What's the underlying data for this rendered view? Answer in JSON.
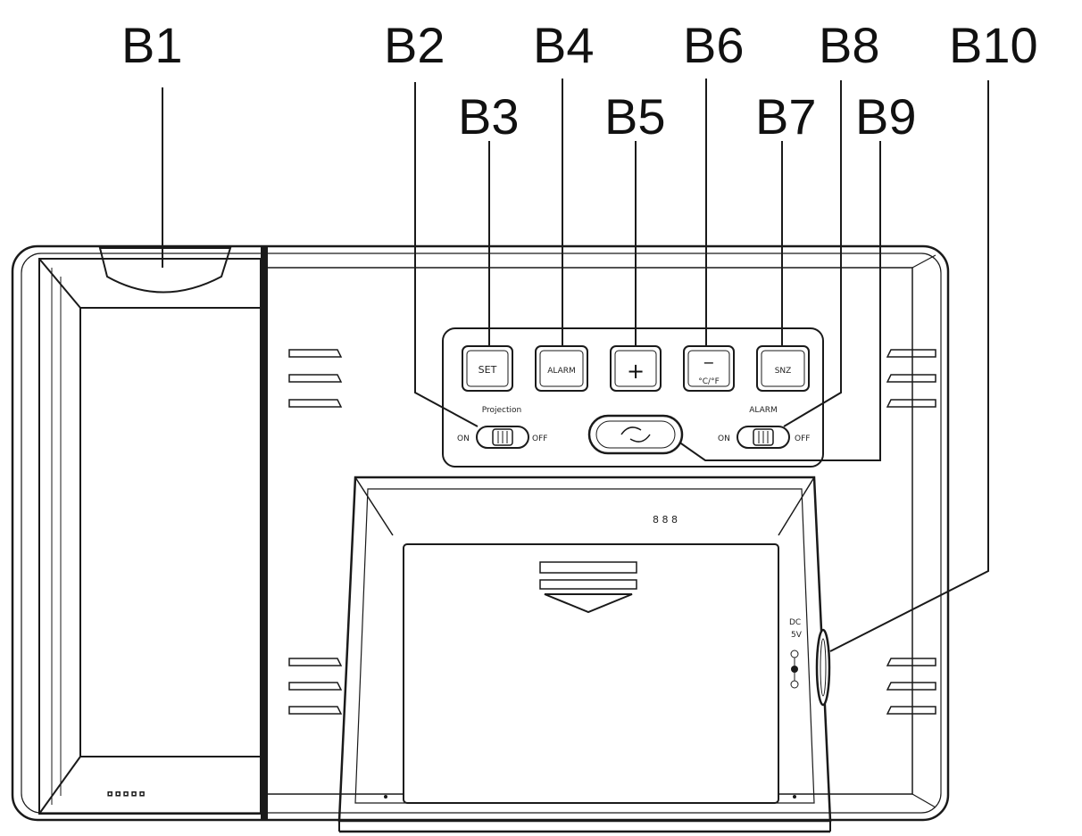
{
  "callouts": {
    "b1": "B1",
    "b2": "B2",
    "b3": "B3",
    "b4": "B4",
    "b5": "B5",
    "b6": "B6",
    "b7": "B7",
    "b8": "B8",
    "b9": "B9",
    "b10": "B10"
  },
  "buttons": {
    "set": "SET",
    "alarm": "ALARM",
    "plus": "+",
    "minus": "−",
    "minus_sub": "°C/°F",
    "snooze": "SNZ"
  },
  "switches": {
    "projection_label": "Projection",
    "projection_on": "ON",
    "projection_off": "OFF",
    "alarm_label": "ALARM",
    "alarm_on": "ON",
    "alarm_off": "OFF"
  },
  "battery": {
    "label": "8 8 8"
  },
  "dc_jack": {
    "label_top": "DC",
    "label_bottom": "5V"
  }
}
